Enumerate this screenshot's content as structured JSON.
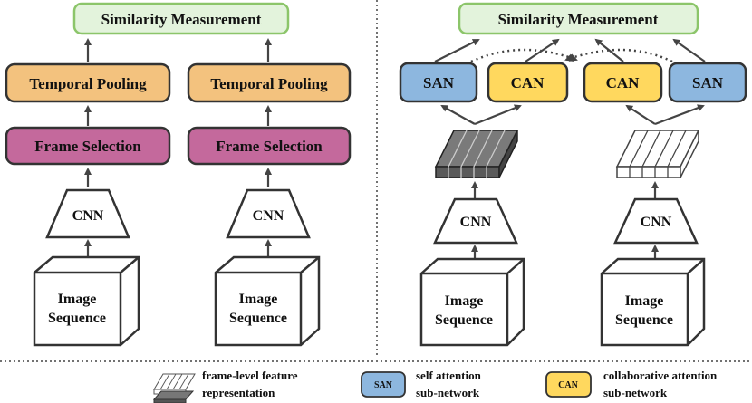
{
  "left_panel": {
    "similarity": "Similarity Measurement",
    "branches": [
      {
        "pooling": "Temporal Pooling",
        "selection": "Frame Selection",
        "cnn": "CNN",
        "input_line1": "Image",
        "input_line2": "Sequence"
      },
      {
        "pooling": "Temporal Pooling",
        "selection": "Frame Selection",
        "cnn": "CNN",
        "input_line1": "Image",
        "input_line2": "Sequence"
      }
    ]
  },
  "right_panel": {
    "similarity": "Similarity Measurement",
    "modules": [
      "SAN",
      "CAN",
      "CAN",
      "SAN"
    ],
    "branches": [
      {
        "cnn": "CNN",
        "input_line1": "Image",
        "input_line2": "Sequence",
        "feature_fill": "dark"
      },
      {
        "cnn": "CNN",
        "input_line1": "Image",
        "input_line2": "Sequence",
        "feature_fill": "light"
      }
    ]
  },
  "legend": {
    "feature": {
      "line1": "frame-level feature",
      "line2": "representation"
    },
    "san": {
      "badge": "SAN",
      "line1": "self attention",
      "line2": "sub-network"
    },
    "can": {
      "badge": "CAN",
      "line1": "collaborative attention",
      "line2": "sub-network"
    }
  },
  "colors": {
    "similarity_fill": "#e3f3dc",
    "similarity_border": "#8cc56a",
    "pooling_fill": "#f3c27e",
    "selection_fill": "#c4699c",
    "san_fill": "#8db7df",
    "can_fill": "#ffd85e",
    "feature_dark": "#5a5a5a",
    "feature_light": "#ffffff"
  }
}
